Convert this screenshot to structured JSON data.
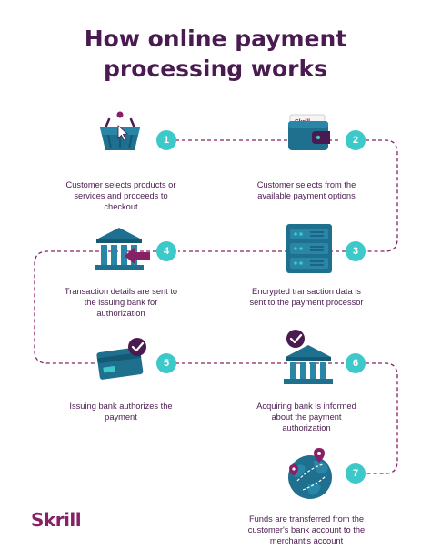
{
  "header": {
    "title_line1": "How online payment",
    "title_line2": "processing works"
  },
  "brand": {
    "logo_text": "Skrill"
  },
  "colors": {
    "primary": "#4a1b50",
    "accent": "#3dc9c9",
    "brand": "#862165",
    "connector": "#862165"
  },
  "steps": [
    {
      "number": "1",
      "icon": "shopping-basket-icon",
      "line1": "Customer selects products or",
      "line2": "services and proceeds to",
      "line3": "checkout"
    },
    {
      "number": "2",
      "icon": "wallet-icon",
      "wallet_label": "Skrill",
      "line1": "Customer selects from the",
      "line2": "available payment options",
      "line3": ""
    },
    {
      "number": "3",
      "icon": "server-icon",
      "line1": "Encrypted transaction data is",
      "line2": "sent to the payment processor",
      "line3": ""
    },
    {
      "number": "4",
      "icon": "bank-incoming-icon",
      "line1": "Transaction details are sent to",
      "line2": "the issuing bank for",
      "line3": "authorization"
    },
    {
      "number": "5",
      "icon": "card-approved-icon",
      "line1": "Issuing bank authorizes the",
      "line2": "payment",
      "line3": ""
    },
    {
      "number": "6",
      "icon": "bank-approved-icon",
      "line1": "Acquiring bank is informed",
      "line2": "about the payment",
      "line3": "authorization"
    },
    {
      "number": "7",
      "icon": "globe-transfer-icon",
      "line1": "Funds are transferred from the",
      "line2": "customer's bank account to the",
      "line3": "merchant's account"
    }
  ]
}
